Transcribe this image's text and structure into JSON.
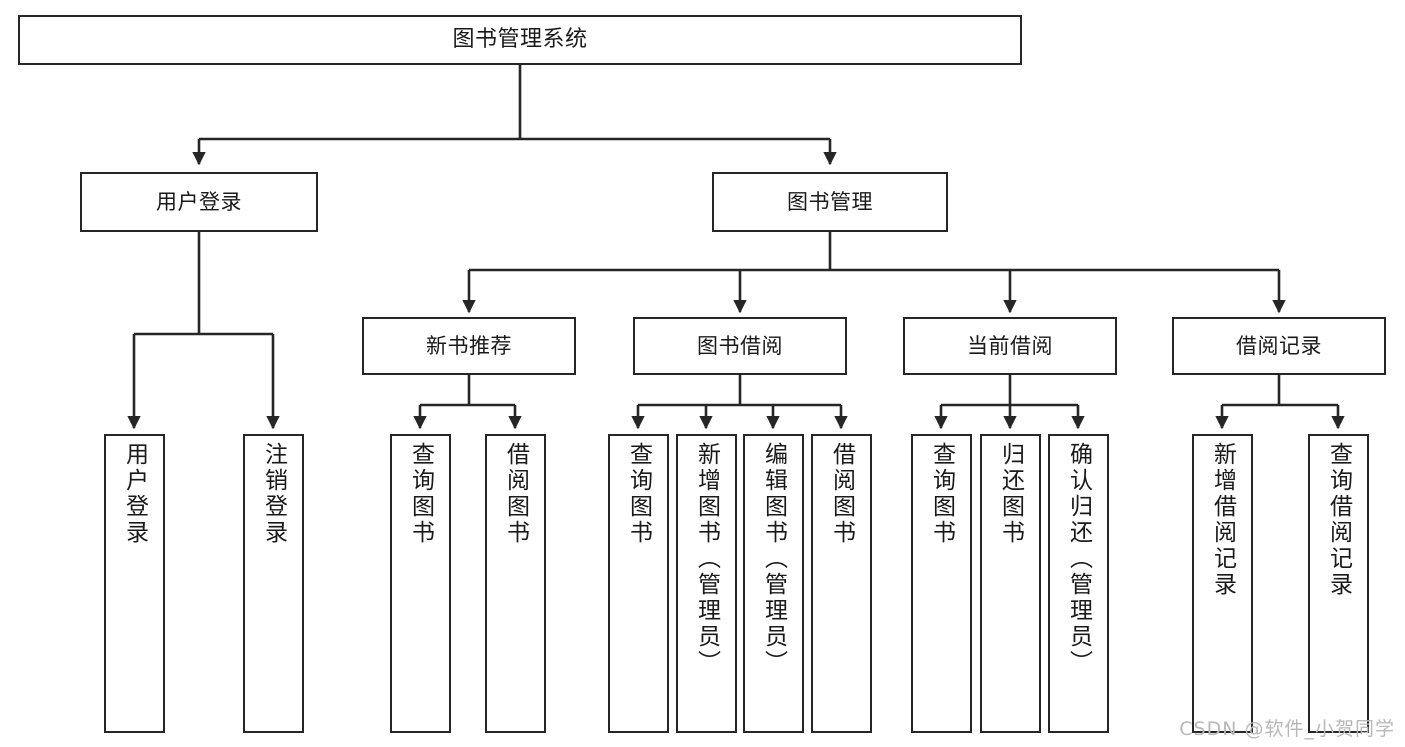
{
  "diagram": {
    "title": "图书管理系统",
    "type": "tree",
    "stroke_color": "#262626",
    "fill_color": "#ffffff",
    "text_color": "#1a1a1a",
    "watermark": "CSDN @软件_小贺同学"
  },
  "nodes": {
    "root": {
      "label": "图书管理系统"
    },
    "level2": [
      {
        "id": "user-login",
        "label": "用户登录"
      },
      {
        "id": "book-manage",
        "label": "图书管理"
      }
    ],
    "level3": [
      {
        "id": "new-book-rec",
        "label": "新书推荐"
      },
      {
        "id": "book-borrow",
        "label": "图书借阅"
      },
      {
        "id": "current-borrow",
        "label": "当前借阅"
      },
      {
        "id": "borrow-record",
        "label": "借阅记录"
      }
    ],
    "leaves": {
      "user_login": [
        {
          "id": "leaf-user-login",
          "label": "用户登录"
        },
        {
          "id": "leaf-user-logout",
          "label": "注销登录"
        }
      ],
      "new_book_rec": [
        {
          "id": "leaf-query-book-1",
          "label": "查询图书"
        },
        {
          "id": "leaf-borrow-book-1",
          "label": "借阅图书"
        }
      ],
      "book_borrow": [
        {
          "id": "leaf-query-book-2",
          "label": "查询图书"
        },
        {
          "id": "leaf-add-book",
          "label": "新增图书（管理员）"
        },
        {
          "id": "leaf-edit-book",
          "label": "编辑图书（管理员）"
        },
        {
          "id": "leaf-borrow-book-2",
          "label": "借阅图书"
        }
      ],
      "current_borrow": [
        {
          "id": "leaf-query-book-3",
          "label": "查询图书"
        },
        {
          "id": "leaf-return-book",
          "label": "归还图书"
        },
        {
          "id": "leaf-confirm-return",
          "label": "确认归还（管理员）"
        }
      ],
      "borrow_record": [
        {
          "id": "leaf-add-record",
          "label": "新增借阅记录"
        },
        {
          "id": "leaf-query-record",
          "label": "查询借阅记录"
        }
      ]
    }
  },
  "chart_data": {
    "type": "tree",
    "title": "图书管理系统",
    "edges": [
      {
        "from": "图书管理系统",
        "to": "用户登录"
      },
      {
        "from": "图书管理系统",
        "to": "图书管理"
      },
      {
        "from": "用户登录",
        "to": "用户登录"
      },
      {
        "from": "用户登录",
        "to": "注销登录"
      },
      {
        "from": "图书管理",
        "to": "新书推荐"
      },
      {
        "from": "图书管理",
        "to": "图书借阅"
      },
      {
        "from": "图书管理",
        "to": "当前借阅"
      },
      {
        "from": "图书管理",
        "to": "借阅记录"
      },
      {
        "from": "新书推荐",
        "to": "查询图书"
      },
      {
        "from": "新书推荐",
        "to": "借阅图书"
      },
      {
        "from": "图书借阅",
        "to": "查询图书"
      },
      {
        "from": "图书借阅",
        "to": "新增图书（管理员）"
      },
      {
        "from": "图书借阅",
        "to": "编辑图书（管理员）"
      },
      {
        "from": "图书借阅",
        "to": "借阅图书"
      },
      {
        "from": "当前借阅",
        "to": "查询图书"
      },
      {
        "from": "当前借阅",
        "to": "归还图书"
      },
      {
        "from": "当前借阅",
        "to": "确认归还（管理员）"
      },
      {
        "from": "借阅记录",
        "to": "新增借阅记录"
      },
      {
        "from": "借阅记录",
        "to": "查询借阅记录"
      }
    ]
  }
}
